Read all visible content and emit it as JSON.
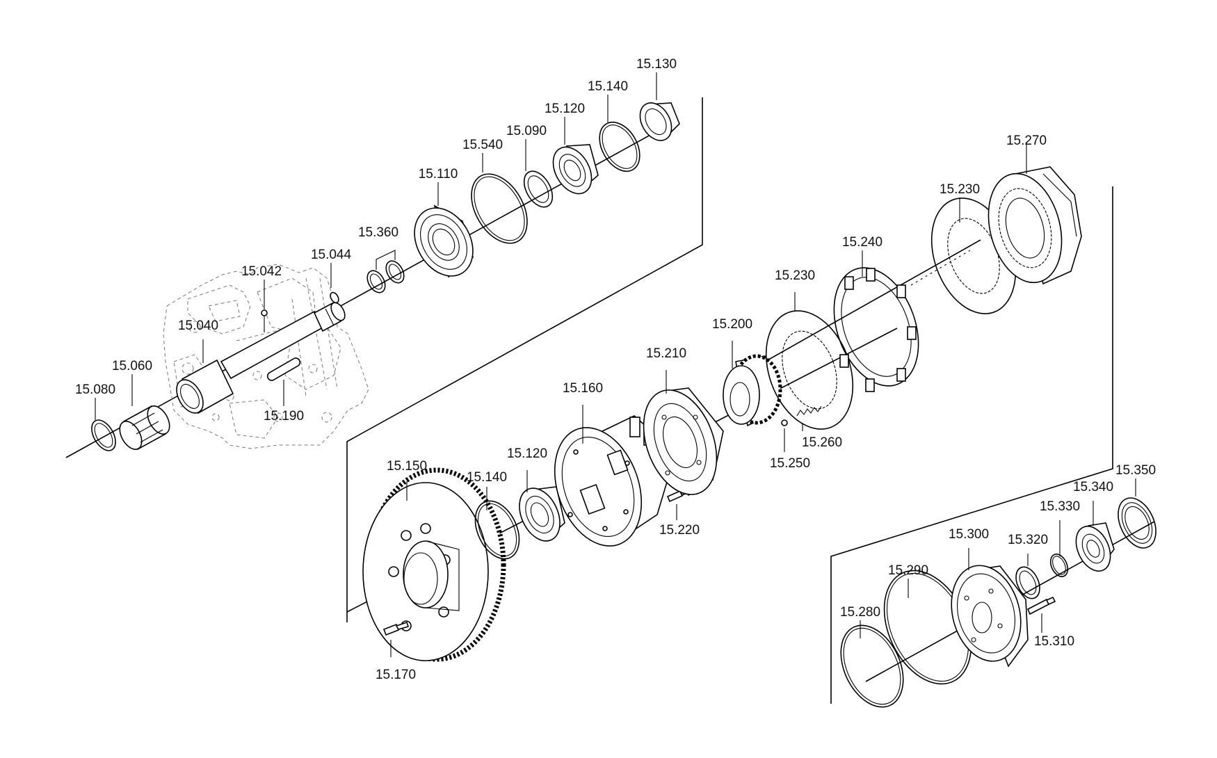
{
  "labels": {
    "p15_130": "15.130",
    "p15_140a": "15.140",
    "p15_120a": "15.120",
    "p15_090": "15.090",
    "p15_540": "15.540",
    "p15_110": "15.110",
    "p15_360": "15.360",
    "p15_044": "15.044",
    "p15_042": "15.042",
    "p15_040": "15.040",
    "p15_060": "15.060",
    "p15_080": "15.080",
    "p15_190": "15.190",
    "p15_270": "15.270",
    "p15_230a": "15.230",
    "p15_240": "15.240",
    "p15_230b": "15.230",
    "p15_200": "15.200",
    "p15_210": "15.210",
    "p15_160": "15.160",
    "p15_120b": "15.120",
    "p15_140b": "15.140",
    "p15_150": "15.150",
    "p15_170": "15.170",
    "p15_220": "15.220",
    "p15_260": "15.260",
    "p15_250": "15.250",
    "p15_350": "15.350",
    "p15_340": "15.340",
    "p15_330": "15.330",
    "p15_320": "15.320",
    "p15_300": "15.300",
    "p15_290": "15.290",
    "p15_280": "15.280",
    "p15_310": "15.310"
  }
}
